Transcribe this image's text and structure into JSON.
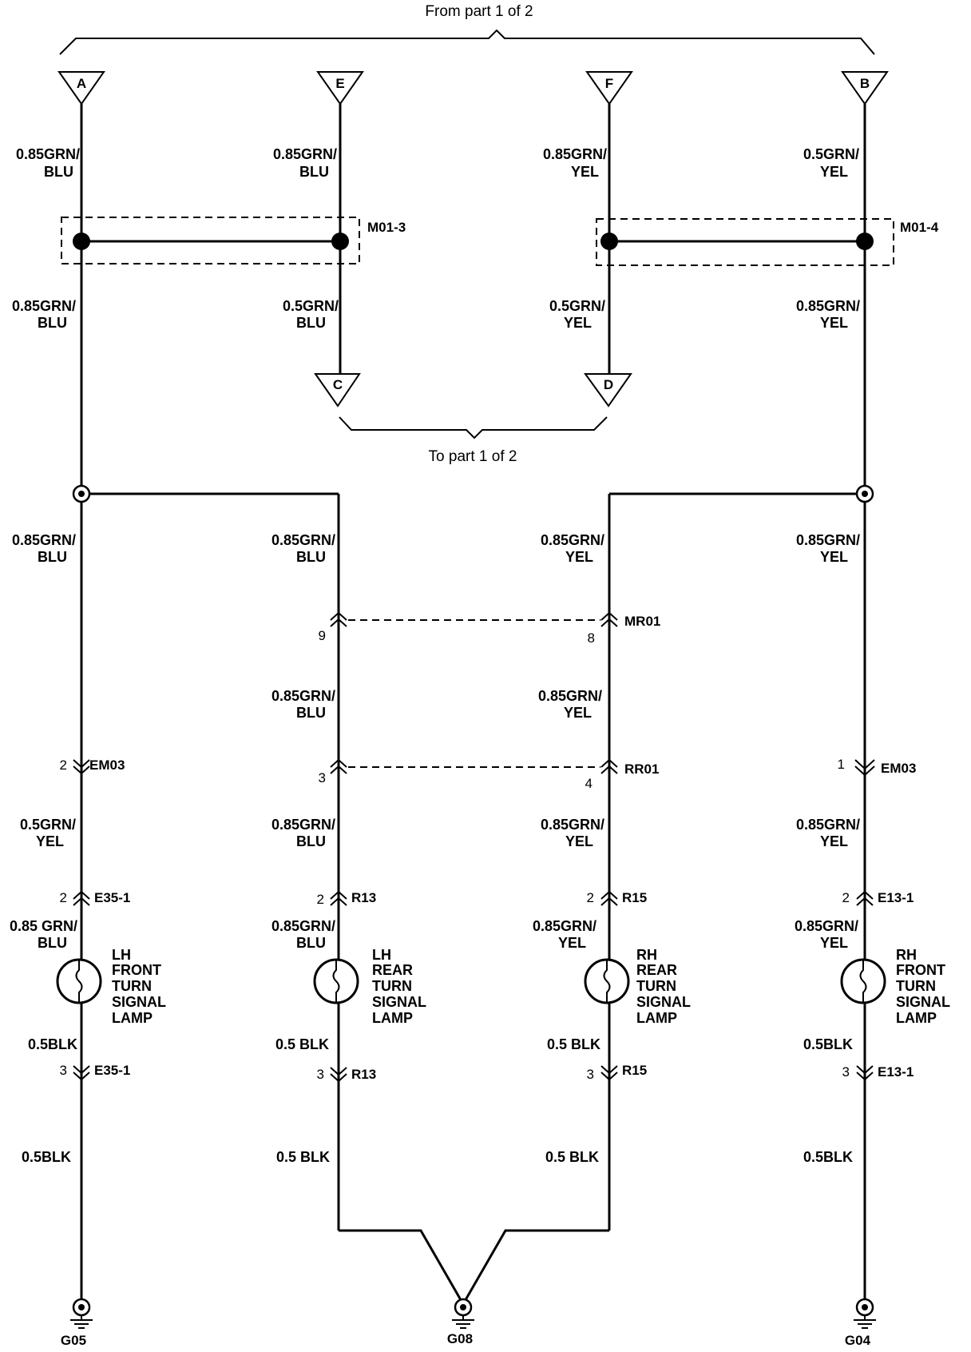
{
  "header": {
    "from_label": "From  part 1 of 2",
    "to_label": "To  part 1 of 2"
  },
  "connectors_top": {
    "a": "A",
    "e": "E",
    "f": "F",
    "b": "B"
  },
  "connectors_mid": {
    "c": "C",
    "d": "D"
  },
  "wires": {
    "a_top_1": "0.85GRN/",
    "a_top_2": "BLU",
    "e_top_1": "0.85GRN/",
    "e_top_2": "BLU",
    "f_top_1": "0.85GRN/",
    "f_top_2": "YEL",
    "b_top_1": "0.5GRN/",
    "b_top_2": "YEL",
    "a_mid_1": "0.85GRN/",
    "a_mid_2": "BLU",
    "e_mid_1": "0.5GRN/",
    "e_mid_2": "BLU",
    "f_mid_1": "0.5GRN/",
    "f_mid_2": "YEL",
    "b_mid_1": "0.85GRN/",
    "b_mid_2": "YEL",
    "c1_r1_1": "0.85GRN/",
    "c1_r1_2": "BLU",
    "c2_r1_1": "0.85GRN/",
    "c2_r1_2": "BLU",
    "c3_r1_1": "0.85GRN/",
    "c3_r1_2": "YEL",
    "c4_r1_1": "0.85GRN/",
    "c4_r1_2": "YEL",
    "c2_r2_1": "0.85GRN/",
    "c2_r2_2": "BLU",
    "c3_r2_1": "0.85GRN/",
    "c3_r2_2": "YEL",
    "c1_r3_1": "0.5GRN/",
    "c1_r3_2": "YEL",
    "c2_r3_1": "0.85GRN/",
    "c2_r3_2": "BLU",
    "c3_r3_1": "0.85GRN/",
    "c3_r3_2": "YEL",
    "c4_r3_1": "0.85GRN/",
    "c4_r3_2": "YEL",
    "c1_r4_1": "0.85 GRN/",
    "c1_r4_2": "BLU",
    "c2_r4_1": "0.85GRN/",
    "c2_r4_2": "BLU",
    "c3_r4_1": "0.85GRN/",
    "c3_r4_2": "YEL",
    "c4_r4_1": "0.85GRN/",
    "c4_r4_2": "YEL",
    "c1_r5": "0.5BLK",
    "c2_r5": "0.5 BLK",
    "c3_r5": "0.5 BLK",
    "c4_r5": "0.5BLK",
    "c1_r6": "0.5BLK",
    "c2_r6": "0.5 BLK",
    "c3_r6": "0.5 BLK",
    "c4_r6": "0.5BLK"
  },
  "splices": {
    "m01_3": "M01-3",
    "m01_4": "M01-4"
  },
  "connectors": {
    "mr01": "MR01",
    "mr01_pin_l": "9",
    "mr01_pin_r": "8",
    "rr01": "RR01",
    "rr01_pin_l": "3",
    "rr01_pin_r": "4",
    "em03_l": "EM03",
    "em03_l_pin": "2",
    "em03_r": "EM03",
    "em03_r_pin": "1",
    "e35_top": "E35-1",
    "e35_top_pin": "2",
    "r13_top": "R13",
    "r13_top_pin": "2",
    "r15_top": "R15",
    "r15_top_pin": "2",
    "e13_top": "E13-1",
    "e13_top_pin": "2",
    "e35_bot": "E35-1",
    "e35_bot_pin": "3",
    "r13_bot": "R13",
    "r13_bot_pin": "3",
    "r15_bot": "R15",
    "r15_bot_pin": "3",
    "e13_bot": "E13-1",
    "e13_bot_pin": "3"
  },
  "lamps": {
    "lh_front": [
      "LH",
      "FRONT",
      "TURN",
      "SIGNAL",
      "LAMP"
    ],
    "lh_rear": [
      "LH",
      "REAR",
      "TURN",
      "SIGNAL",
      "LAMP"
    ],
    "rh_rear": [
      "RH",
      "REAR",
      "TURN",
      "SIGNAL",
      "LAMP"
    ],
    "rh_front": [
      "RH",
      "FRONT",
      "TURN",
      "SIGNAL",
      "LAMP"
    ]
  },
  "grounds": {
    "g05": "G05",
    "g08": "G08",
    "g04": "G04"
  }
}
